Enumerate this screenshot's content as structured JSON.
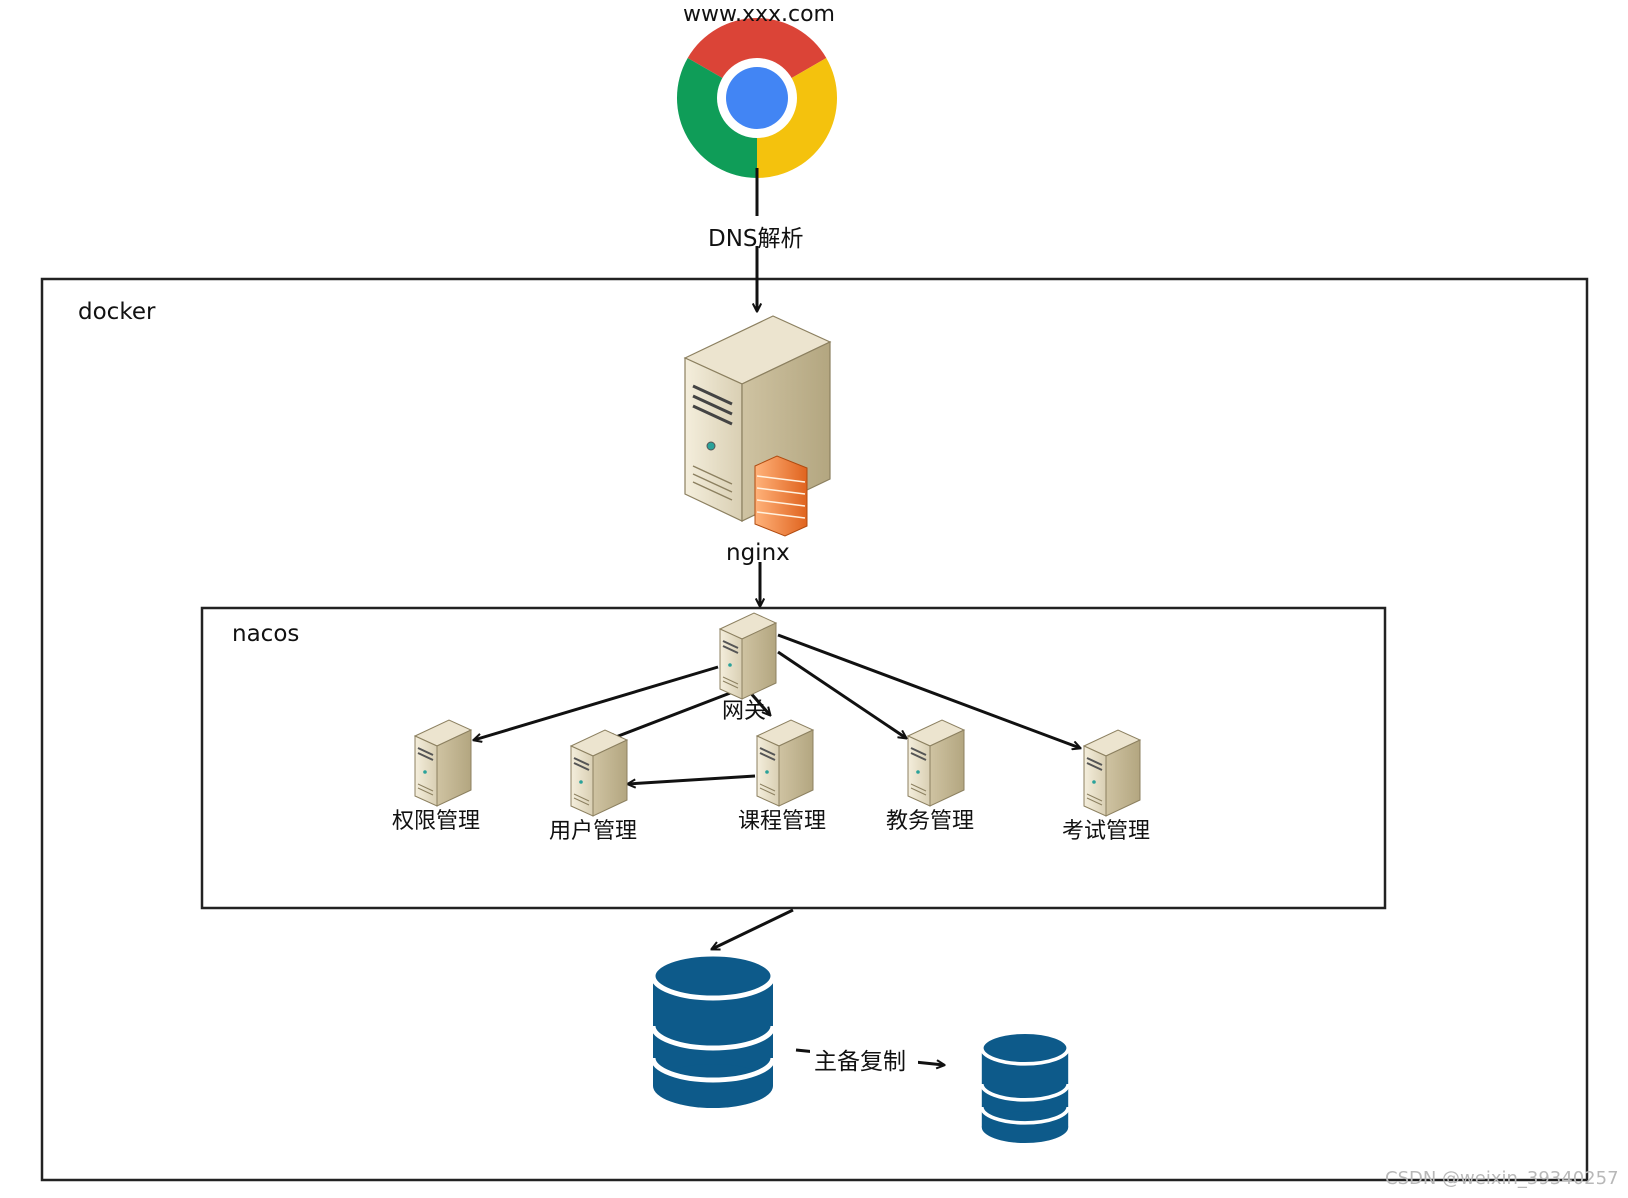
{
  "client": {
    "url": "www.xxx.com",
    "icon": "chrome-browser-icon"
  },
  "edge_label": "DNS解析",
  "docker": {
    "label": "docker"
  },
  "nginx": {
    "label": "nginx",
    "icon": "server-with-firewall-icon"
  },
  "nacos": {
    "label": "nacos"
  },
  "gateway": {
    "label": "网关",
    "icon": "server-icon"
  },
  "services": [
    {
      "label": "权限管理"
    },
    {
      "label": "用户管理"
    },
    {
      "label": "课程管理"
    },
    {
      "label": "教务管理"
    },
    {
      "label": "考试管理"
    }
  ],
  "database": {
    "replication_label": "主备复制",
    "icon": "database-icon",
    "color": "#0d5a8a"
  },
  "watermark": "CSDN @weixin_39340257"
}
